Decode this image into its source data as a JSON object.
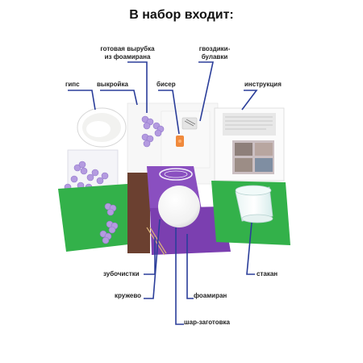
{
  "title": "В набор входит:",
  "labels": {
    "ready_cut_line1": "готовая вырубка",
    "ready_cut_line2": "из фоамирана",
    "studs_line1": "гвоздики-",
    "studs_line2": "булавки",
    "gypsum": "гипс",
    "pattern": "выкройка",
    "beads": "бисер",
    "instruction": "инструкция",
    "toothpicks": "зубочистки",
    "cup": "стакан",
    "lace": "кружево",
    "foamiran": "фоамиран",
    "ball": "шар-заготовка"
  },
  "colors": {
    "leader": "#2b3e9a",
    "green_foam": "#33b14a",
    "purple_foam": "#7b3fb0",
    "brown_foam": "#6b4030",
    "flower": "#b49be0"
  }
}
